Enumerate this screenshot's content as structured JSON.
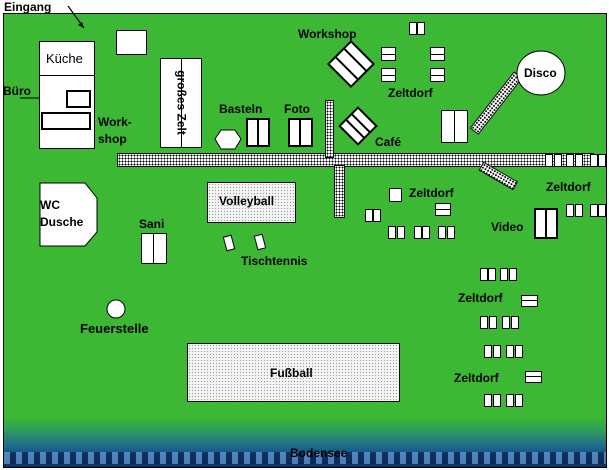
{
  "labels": {
    "eingang": "Eingang",
    "kueche": "Küche",
    "buero": "Büro",
    "workshop_left": "Work-\nshop",
    "grosses_zelt": "großes Zelt",
    "basteln": "Basteln",
    "foto": "Foto",
    "workshop_top": "Workshop",
    "cafe": "Café",
    "zeltdorf": "Zeltdorf",
    "disco": "Disco",
    "wc_dusche": "WC\nDusche",
    "volleyball": "Volleyball",
    "sani": "Sani",
    "tischtennis": "Tischtennis",
    "video": "Video",
    "feuerstelle": "Feuerstelle",
    "fussball": "Fußball",
    "bodensee": "Bodensee"
  },
  "colors": {
    "grass": "#3cb834",
    "water": "#14477a",
    "building": "#ffffff",
    "outline": "#000000"
  },
  "icons": {
    "entrance": "arrow-icon",
    "fire": "fire-pit-icon",
    "tent": "tent-icon"
  }
}
